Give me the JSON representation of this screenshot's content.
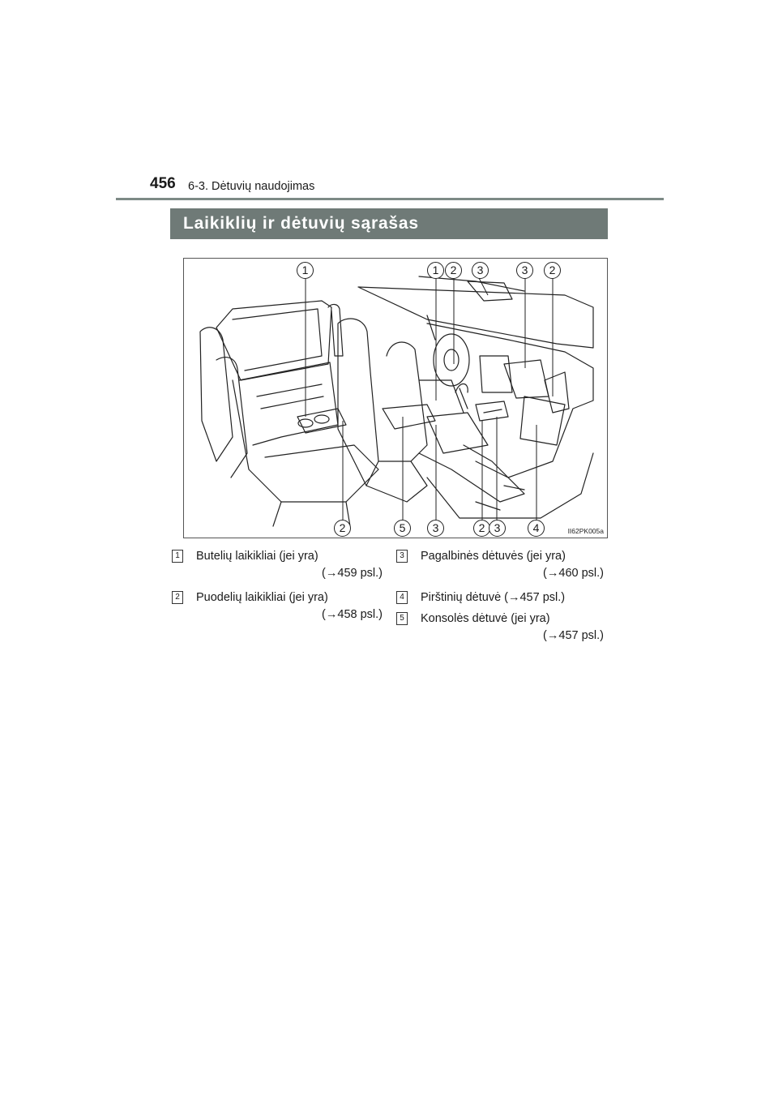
{
  "header": {
    "page_number": "456",
    "section": "6-3. Dėtuvių naudojimas"
  },
  "title": "Laikiklių ir dėtuvių sąrašas",
  "figure": {
    "code": "II62PK005a",
    "callouts_top": [
      "1",
      "1",
      "2",
      "3",
      "3",
      "2"
    ],
    "callouts_bottom": [
      "2",
      "5",
      "3",
      "2",
      "3",
      "4"
    ]
  },
  "legend": [
    {
      "num": "1",
      "text": "Butelių laikikliai (jei yra)",
      "ref": "(→459 psl.)"
    },
    {
      "num": "2",
      "text": "Puodelių laikikliai (jei yra)",
      "ref": "(→458 psl.)"
    },
    {
      "num": "3",
      "text": "Pagalbinės dėtuvės (jei yra)",
      "ref": "(→460 psl.)"
    },
    {
      "num": "4",
      "text": "Pirštinių dėtuvė (→457 psl.)",
      "ref": ""
    },
    {
      "num": "5",
      "text": "Konsolės dėtuvė (jei yra)",
      "ref": "(→457 psl.)"
    }
  ]
}
